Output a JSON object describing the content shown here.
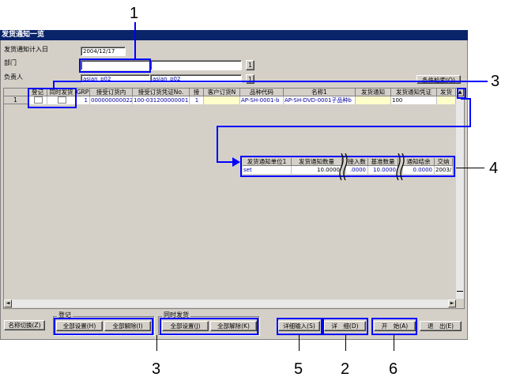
{
  "window": {
    "title": "发货通知一览"
  },
  "form": {
    "date_label": "发货通知计入日",
    "date_value": "2004/12/17",
    "dept_label": "部门",
    "dept_value": "",
    "dept_lookup": "1",
    "person_label": "负责人",
    "person_code": "asian_p02",
    "person_name": "asian_p02",
    "person_lookup": "1",
    "search_button": "条件检索(Q)"
  },
  "grid": {
    "columns": [
      "登记",
      "同时发货",
      "GRP",
      "接受订货内",
      "接受订货凭证No.",
      "接",
      "客户订货N",
      "品种代码",
      "名称1",
      "发货通知",
      "发货通知凭证",
      "发货"
    ],
    "row": {
      "index": "1",
      "grp": "1",
      "order_inner": "000000000022",
      "order_no": "100-031200000001",
      "seq": "1",
      "customer_order": "",
      "item_code": "AP-SH-0001-b",
      "name1": "AP-SH-DVD-0001子品种b",
      "notice": "",
      "notice_no": "100"
    },
    "scroll_up": "▲",
    "scroll_left": "◄",
    "scroll_right": "►"
  },
  "popup": {
    "columns": [
      "发货通知单位1",
      "发货通知数量",
      "接入数",
      "基准数量",
      "通知结余",
      "交纳"
    ],
    "row": {
      "unit": "set",
      "qty": "10.0000",
      "in": ".0000",
      "base": "10.0000",
      "balance": "0.0000",
      "deliver": "2003/"
    }
  },
  "bottom": {
    "name_switch": "名称切换(Z)",
    "register_group": "登记",
    "register_set_all": "全部设置(H)",
    "register_clear_all": "全部解除(I)",
    "ship_group": "同时发货",
    "ship_set_all": "全部设置(J)",
    "ship_clear_all": "全部解除(K)",
    "detail_input": "详细输入(S)",
    "detail": "详　细(D)",
    "start": "开　始(A)",
    "exit": "退　出(E)"
  },
  "callouts": {
    "c1": "1",
    "c2": "2",
    "c3a": "3",
    "c3b": "3",
    "c4": "4",
    "c5": "5",
    "c6": "6"
  },
  "colors": {
    "highlight": "#0000ff",
    "titlebar": "#0a246a",
    "window": "#d4d0c8"
  }
}
